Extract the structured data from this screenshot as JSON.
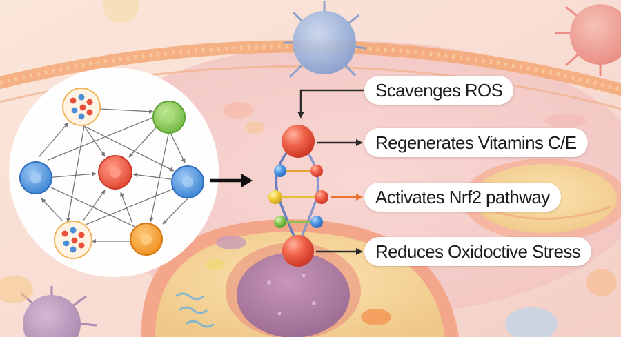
{
  "labels": {
    "scavenges": "Scavenges ROS",
    "regenerates": "Regenerates Vitamins C/E",
    "activates": "Activates Nrf2 pathway",
    "reduces": "Reduces Oxidoctive Stress"
  },
  "colors": {
    "network_red": "#e8503c",
    "network_green": "#7cc34c",
    "network_blue": "#4a8fd8",
    "network_orange": "#f39a2c",
    "arrow_dark": "#2a2a2a",
    "arrow_orange": "#ec7230",
    "helix_blue_strand": "#6a7cc0",
    "membrane": "#f3a874"
  }
}
